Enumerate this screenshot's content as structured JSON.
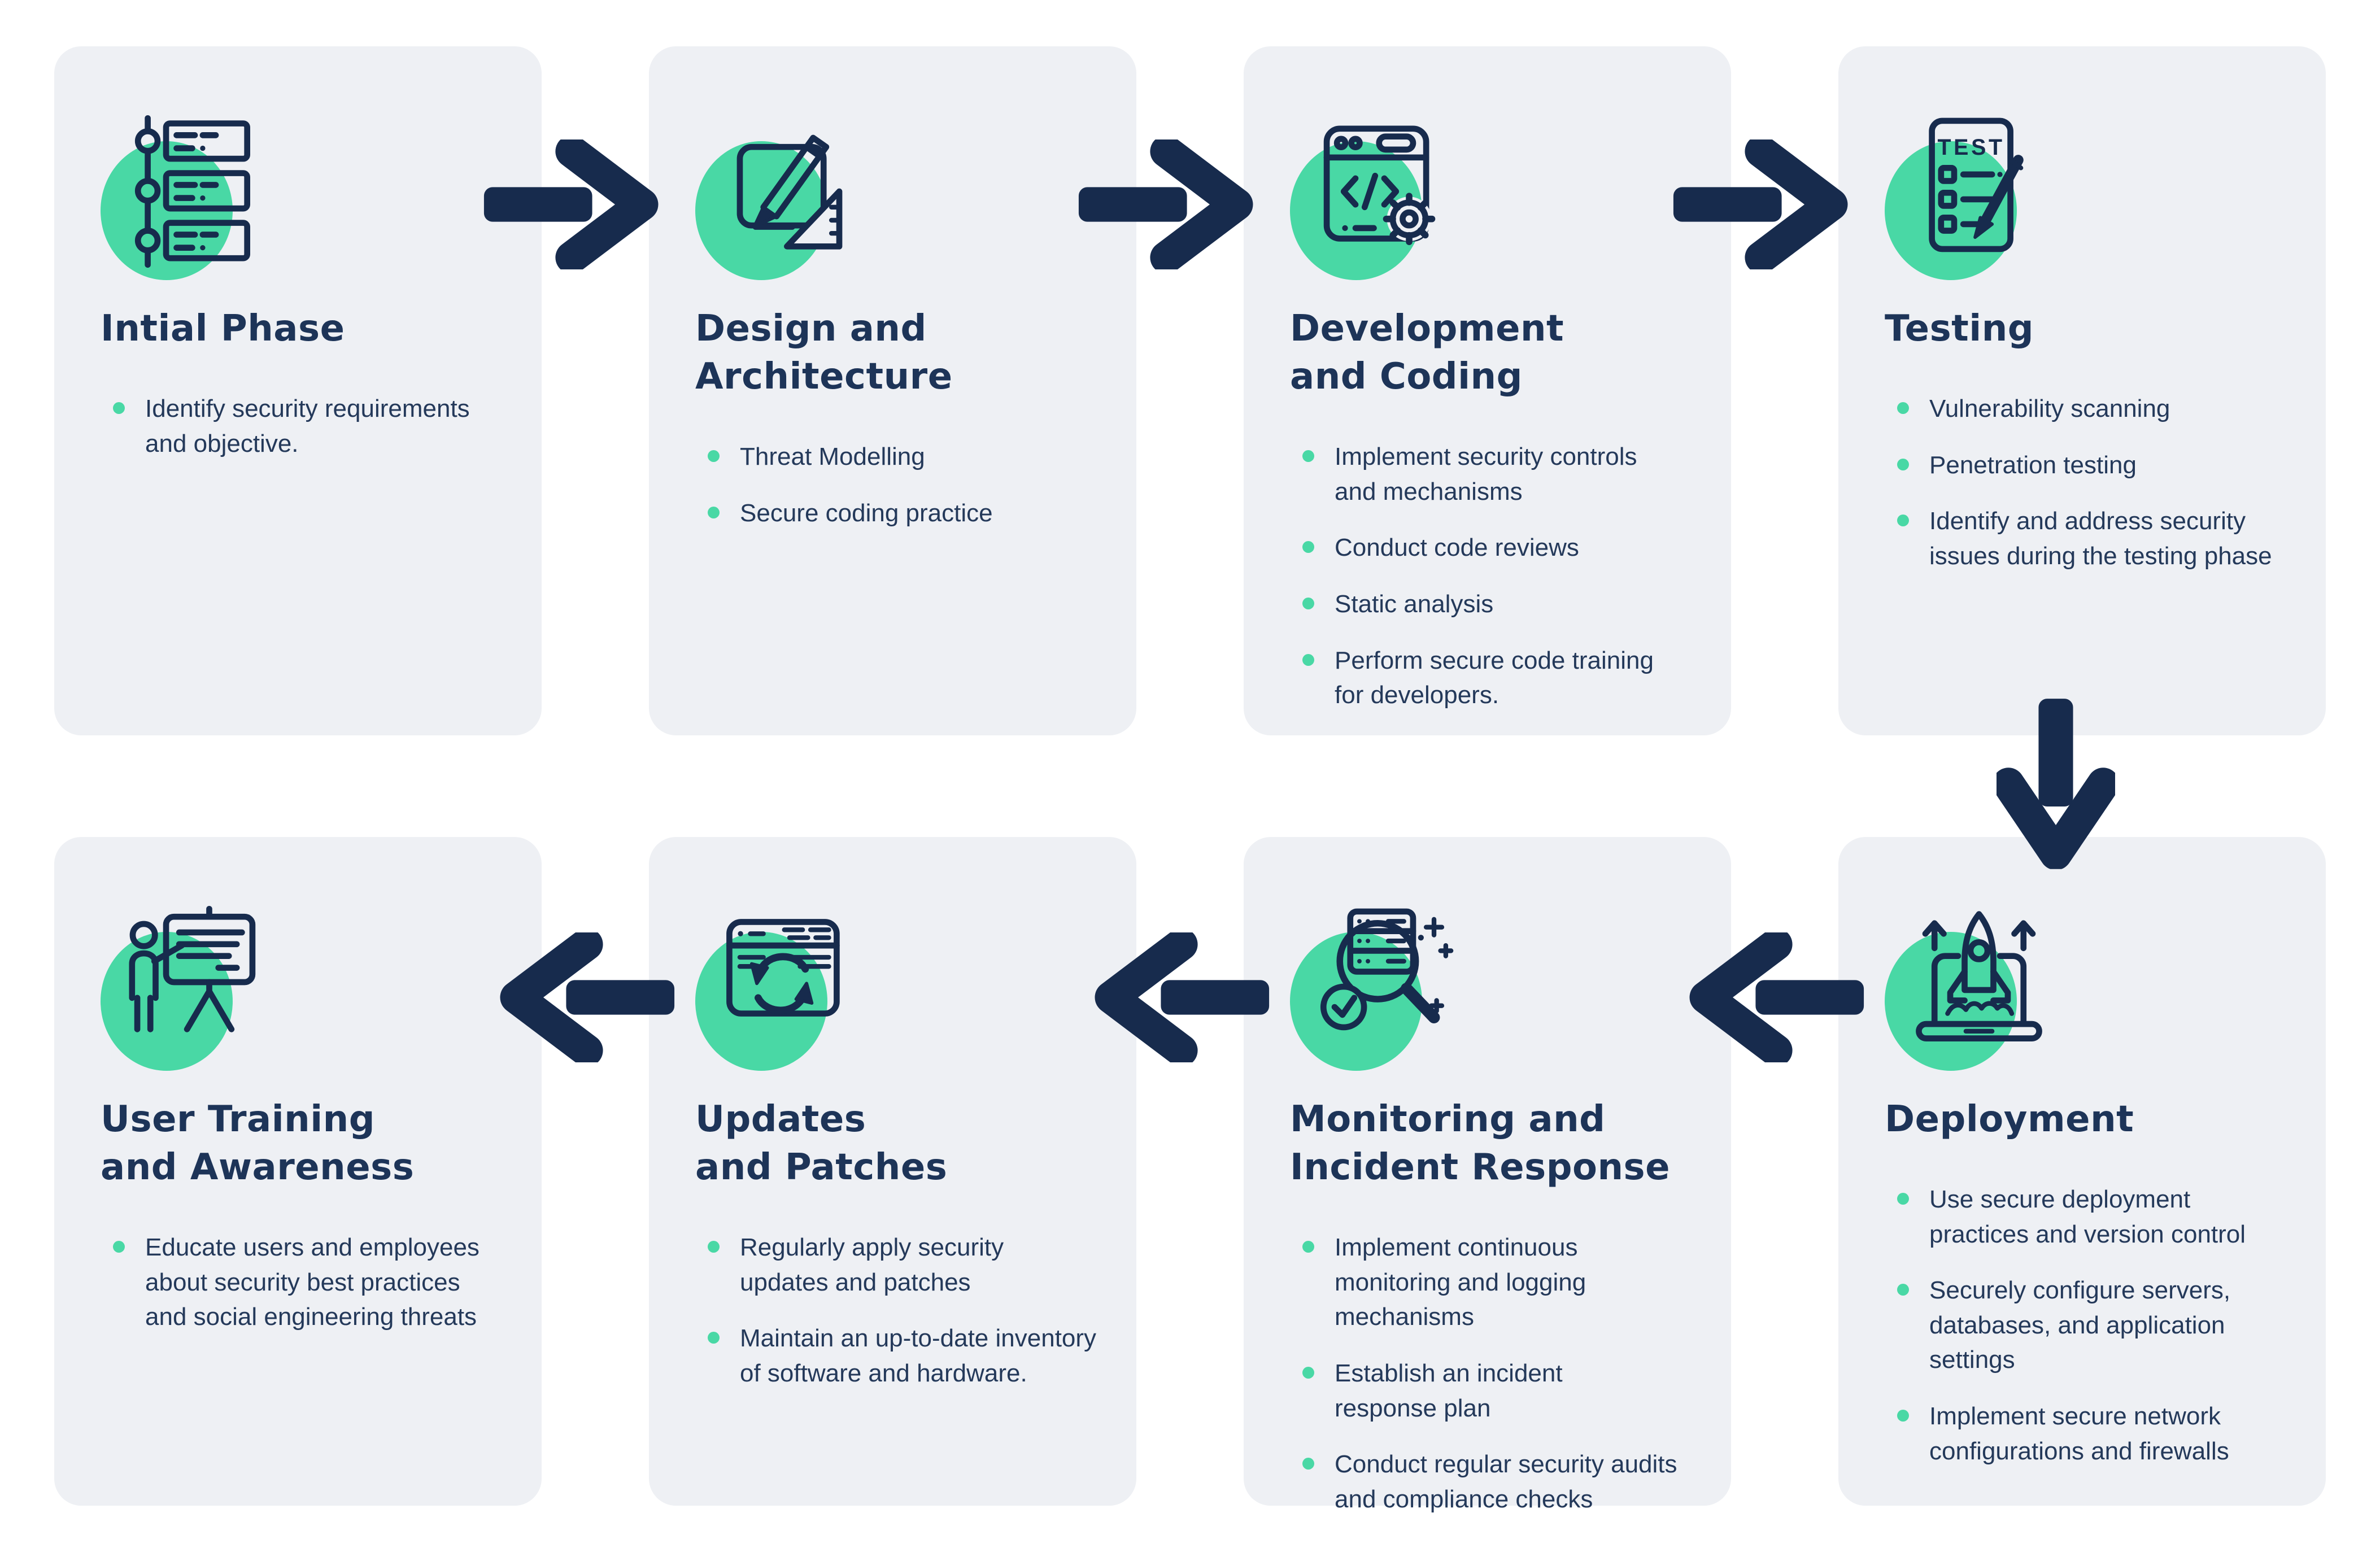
{
  "page": {
    "background": "#FFFFFF"
  },
  "colors": {
    "navy": "#172B4D",
    "mint_green": "#49D8A5",
    "card_background": "#EEF0F4",
    "heading_text": "#1D3458",
    "body_text": "#24395A"
  },
  "cards": [
    {
      "id": "intial-phase",
      "title": "Intial Phase",
      "icon": "process-roadmap-icon",
      "bullets": [
        "Identify security requirements\nand objective."
      ]
    },
    {
      "id": "design-and-architecture",
      "title": "Design and\nArchitecture",
      "icon": "blueprint-pencil-icon",
      "bullets": [
        "Threat Modelling",
        "Secure coding practice"
      ]
    },
    {
      "id": "development-and-coding",
      "title": "Development\nand Coding",
      "icon": "code-window-gear-icon",
      "bullets": [
        "Implement security controls\nand mechanisms",
        "Conduct code reviews",
        "Static analysis",
        "Perform secure code training\nfor developers."
      ]
    },
    {
      "id": "testing",
      "title": "Testing",
      "icon": "test-checklist-icon",
      "bullets": [
        "Vulnerability scanning",
        "Penetration testing",
        "Identify and address security\nissues during the testing phase"
      ]
    },
    {
      "id": "user-training-and-awareness",
      "title": "User Training\nand Awareness",
      "icon": "presenter-whiteboard-icon",
      "bullets": [
        "Educate users and employees\nabout security best practices\nand social engineering threats"
      ]
    },
    {
      "id": "updates-and-patches",
      "title": "Updates\nand Patches",
      "icon": "browser-refresh-icon",
      "bullets": [
        "Regularly apply security\nupdates and patches",
        "Maintain an up-to-date inventory\nof software and hardware."
      ]
    },
    {
      "id": "monitoring-and-incident-response",
      "title": "Monitoring and\nIncident Response",
      "icon": "magnifier-server-check-icon",
      "bullets": [
        "Implement continuous\nmonitoring and logging\nmechanisms",
        "Establish an incident\nresponse plan",
        "Conduct regular security audits\nand compliance checks"
      ]
    },
    {
      "id": "deployment",
      "title": "Deployment",
      "icon": "rocket-laptop-icon",
      "bullets": [
        "Use secure deployment\npractices and version control",
        "Securely configure servers,\ndatabases, and application\nsettings",
        "Implement secure network\nconfigurations and firewalls"
      ]
    }
  ],
  "arrows": [
    {
      "direction": "right",
      "from": "intial-phase",
      "to": "design-and-architecture"
    },
    {
      "direction": "right",
      "from": "design-and-architecture",
      "to": "development-and-coding"
    },
    {
      "direction": "right",
      "from": "development-and-coding",
      "to": "testing"
    },
    {
      "direction": "down",
      "from": "testing",
      "to": "deployment"
    },
    {
      "direction": "left",
      "from": "deployment",
      "to": "monitoring-and-incident-response"
    },
    {
      "direction": "left",
      "from": "monitoring-and-incident-response",
      "to": "updates-and-patches"
    },
    {
      "direction": "left",
      "from": "updates-and-patches",
      "to": "user-training-and-awareness"
    }
  ]
}
